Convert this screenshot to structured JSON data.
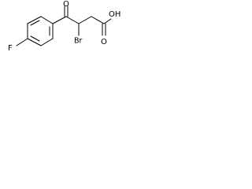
{
  "diagram": {
    "type": "chemical-structure",
    "atom_labels": {
      "fluorine": "F",
      "carbonyl_oxygen": "O",
      "bromine": "Br",
      "hydroxyl": "OH"
    }
  }
}
